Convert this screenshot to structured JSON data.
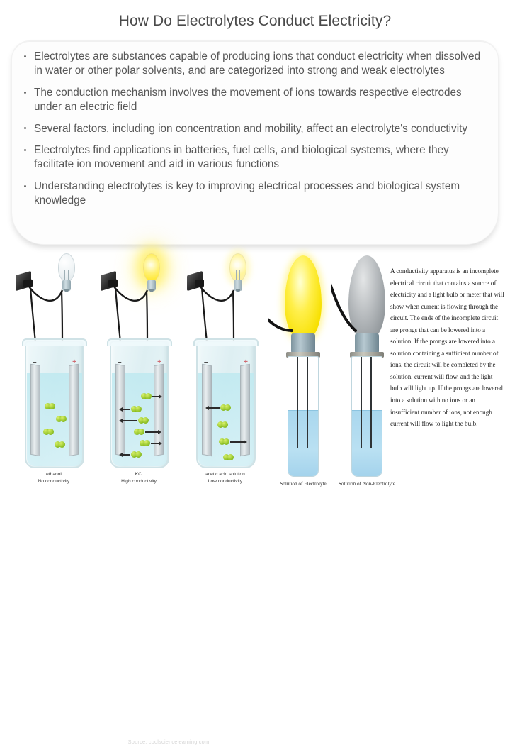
{
  "title": "How Do Electrolytes Conduct Electricity?",
  "bullets": [
    "Electrolytes are substances capable of producing ions that conduct electricity when dissolved in water or other polar solvents, and are categorized into strong and weak electrolytes",
    "The conduction mechanism involves the movement of ions towards respective electrodes under an electric field",
    "Several factors, including ion concentration and mobility, affect an electrolyte's conductivity",
    "Electrolytes find applications in batteries, fuel cells, and biological systems, where they facilitate ion movement and aid in various functions",
    "Understanding electrolytes is key to improving electrical processes and biological system knowledge"
  ],
  "diagram": {
    "beakers": [
      {
        "substance": "ethanol",
        "conductivity": "No conductivity",
        "bulb_state": "off"
      },
      {
        "substance": "KCl",
        "conductivity": "High conductivity",
        "bulb_state": "bright"
      },
      {
        "substance": "acetic acid solution",
        "conductivity": "Low conductivity",
        "bulb_state": "dim"
      }
    ],
    "electrode_negative": "–",
    "electrode_positive": "+",
    "apparatus": [
      {
        "caption": "Solution of Electrolyte",
        "bulb_state": "on"
      },
      {
        "caption": "Solution of Non-Electrolyte",
        "bulb_state": "off"
      }
    ]
  },
  "side_paragraph": "A conductivity apparatus is an incomplete electrical circuit that contains a source of electricity and a light bulb or meter that will show when current is flowing through the circuit. The ends of the incomplete circuit are prongs that can be lowered into a solution. If the prongs are lowered into a solution containing a sufficient number of ions, the circuit will be completed by the solution, current will flow, and the light bulb will light up. If the prongs are lowered into a solution with no ions or an insufficient number of ions, not enough current will flow to light the bulb.",
  "watermark": "Source: coolsciencelearning.com",
  "colors": {
    "title": "#4a4a4a",
    "body_text": "#575757",
    "card_background": "#fdfdfd",
    "page_background": "#ffffff",
    "ion_green": "#8fc127",
    "bulb_lit_yellow": "#ffee58",
    "bulb_unlit_gray": "#b6babd",
    "liquid_blue": "#b9e0f2",
    "beaker_liquid_cyan": "#bee9f0",
    "positive_sign": "#d06b72"
  }
}
